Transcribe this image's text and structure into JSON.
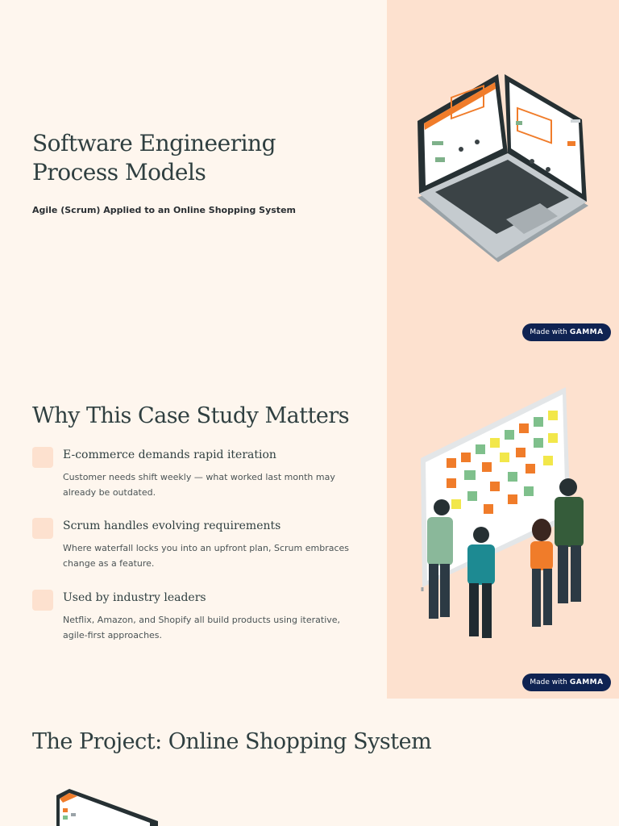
{
  "slide1": {
    "title": "Software Engineering Process Models",
    "subtitle": "Agile (Scrum) Applied to an Online Shopping System",
    "badge_prefix": "Made with",
    "badge_brand": "GAMMA"
  },
  "slide2": {
    "title": "Why This Case Study Matters",
    "items": [
      {
        "title": "E-commerce demands rapid iteration",
        "desc": "Customer needs shift weekly — what worked last month may already be outdated."
      },
      {
        "title": "Scrum handles evolving requirements",
        "desc": "Where waterfall locks you into an upfront plan, Scrum embraces change as a feature."
      },
      {
        "title": "Used by industry leaders",
        "desc": "Netflix, Amazon, and Shopify all build products using iterative, agile-first approaches."
      }
    ],
    "badge_prefix": "Made with",
    "badge_brand": "GAMMA"
  },
  "slide3": {
    "title": "The Project: Online Shopping System"
  },
  "colors": {
    "background": "#fef6ee",
    "panel": "#fde1cf",
    "badge": "#0f2352",
    "accent": "#f07c2a"
  }
}
